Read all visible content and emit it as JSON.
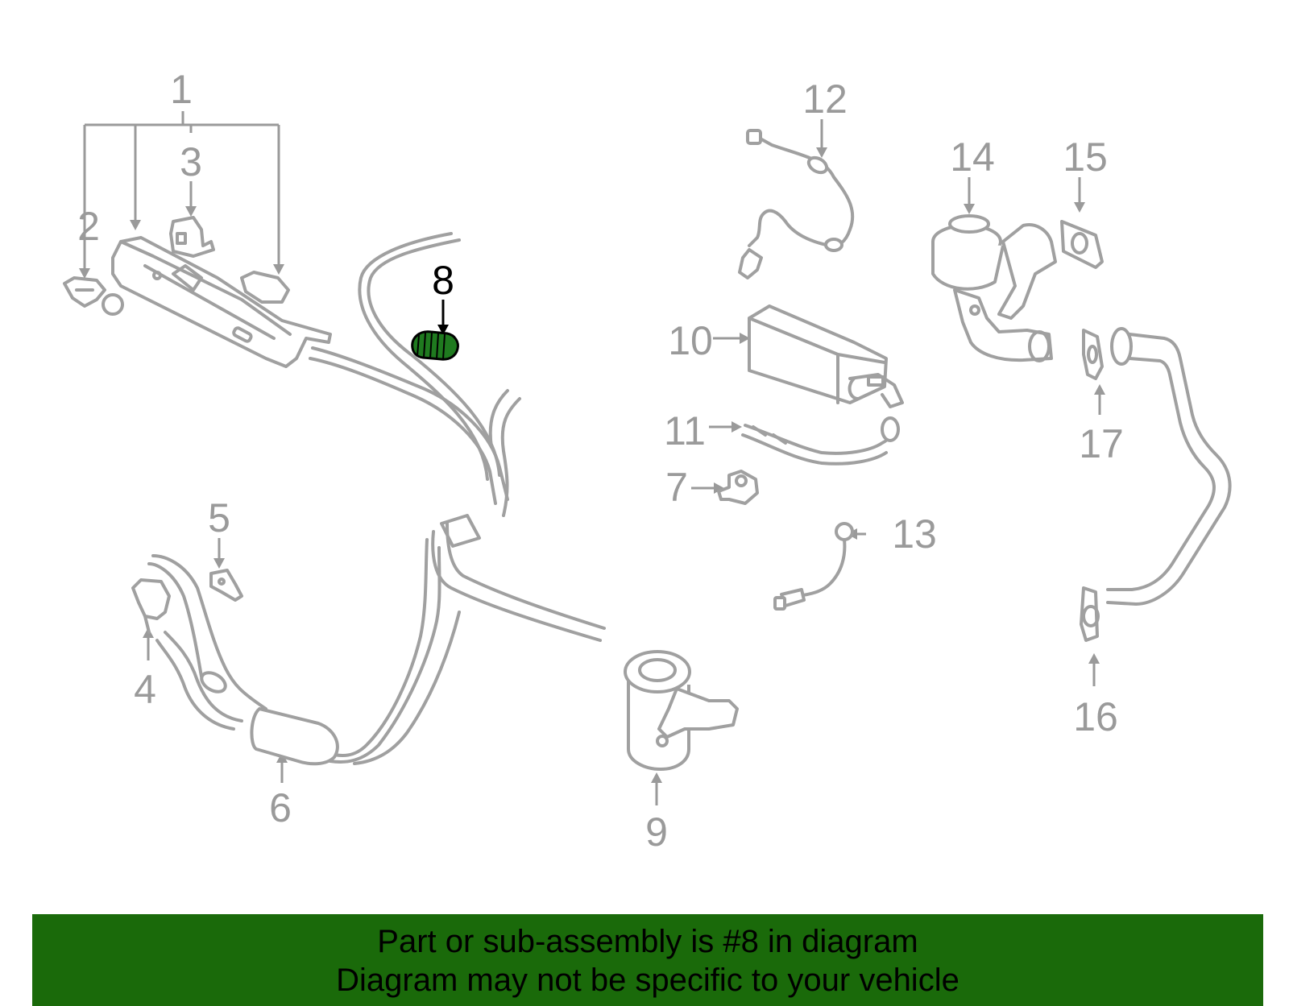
{
  "diagram": {
    "callouts": [
      "1",
      "2",
      "3",
      "4",
      "5",
      "6",
      "7",
      "8",
      "9",
      "10",
      "11",
      "12",
      "13",
      "14",
      "15",
      "16",
      "17"
    ],
    "highlighted_part": "8",
    "highlight_color": "#1f7a1f",
    "line_color": "#a0a0a0"
  },
  "banner": {
    "line1": "Part or sub-assembly is #8 in diagram",
    "line2": "Diagram may not be specific to your vehicle",
    "background": "#1a6a0a"
  }
}
